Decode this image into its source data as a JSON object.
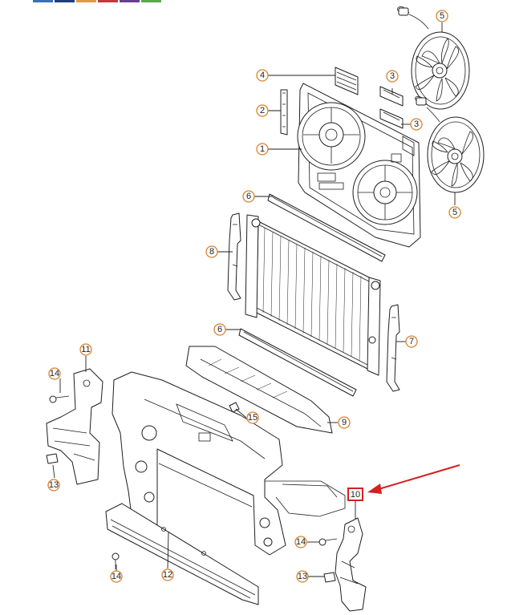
{
  "toolbar": {
    "swatches": [
      {
        "name": "swatch-blue",
        "color": "#3a6fb6"
      },
      {
        "name": "swatch-navy",
        "color": "#1f3f7a"
      },
      {
        "name": "swatch-orange",
        "color": "#e39a3b"
      },
      {
        "name": "swatch-red",
        "color": "#c8353f"
      },
      {
        "name": "swatch-purple",
        "color": "#6b3f8f"
      },
      {
        "name": "swatch-green",
        "color": "#5aa84c"
      }
    ]
  },
  "diagram": {
    "callout_color": "#d9822b",
    "highlight_color": "#d42020",
    "arrow_color": "#d42020",
    "callouts": {
      "c1": "1",
      "c2": "2",
      "c3a": "3",
      "c3b": "3",
      "c4": "4",
      "c5a": "5",
      "c5b": "5",
      "c6a": "6",
      "c6b": "6",
      "c7": "7",
      "c8": "8",
      "c9": "9",
      "c10": "10",
      "c11": "11",
      "c12": "12",
      "c13a": "13",
      "c13b": "13",
      "c14a": "14",
      "c14b": "14",
      "c14c": "14",
      "c15": "15"
    }
  }
}
